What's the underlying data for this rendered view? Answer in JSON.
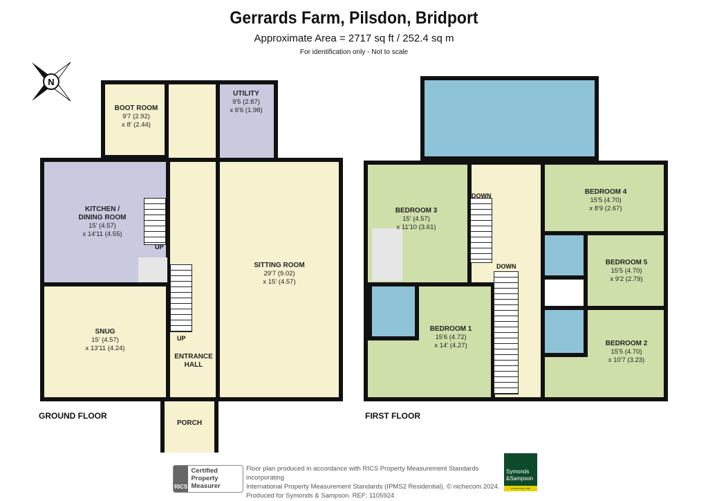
{
  "header": {
    "title": "Gerrards Farm, Pilsdon, Bridport",
    "area": "Approximate Area = 2717 sq ft / 252.4 sq m",
    "note": "For identification only - Not to scale"
  },
  "compass": {
    "label": "N"
  },
  "ground_floor": {
    "label": "GROUND FLOOR",
    "rooms": [
      {
        "name": "BOOT ROOM",
        "dim1": "9'7 (2.92)",
        "dim2": "x 8' (2.44)"
      },
      {
        "name": "UTILITY",
        "dim1": "9'5 (2.87)",
        "dim2": "x 6'6 (1.98)"
      },
      {
        "name": "KITCHEN /\nDINING ROOM",
        "dim1": "15' (4.57)",
        "dim2": "x 14'11 (4.55)"
      },
      {
        "name": "SITTING ROOM",
        "dim1": "29'7 (9.02)",
        "dim2": "x 15' (4.57)"
      },
      {
        "name": "SNUG",
        "dim1": "15' (4.57)",
        "dim2": "x 13'11 (4.24)"
      },
      {
        "name": "ENTRANCE\nHALL"
      },
      {
        "name": "PORCH"
      }
    ],
    "stair_labels": [
      "UP",
      "UP"
    ]
  },
  "first_floor": {
    "label": "FIRST FLOOR",
    "rooms": [
      {
        "name": "BEDROOM 3",
        "dim1": "15' (4.57)",
        "dim2": "x 11'10 (3.61)"
      },
      {
        "name": "BEDROOM 4",
        "dim1": "15'5 (4.70)",
        "dim2": "x 8'9 (2.67)"
      },
      {
        "name": "BEDROOM 5",
        "dim1": "15'5 (4.70)",
        "dim2": "x 9'2 (2.79)"
      },
      {
        "name": "BEDROOM 1",
        "dim1": "15'6 (4.72)",
        "dim2": "x 14' (4.27)"
      },
      {
        "name": "BEDROOM 2",
        "dim1": "15'5 (4.70)",
        "dim2": "x 10'7 (3.23)"
      }
    ],
    "stair_labels": [
      "DOWN",
      "DOWN"
    ]
  },
  "footer": {
    "rics_logo": "RICS",
    "rics_badge": "Certified Property Measurer",
    "text1": "Floor plan produced in accordance with RICS Property Measurement Standards incorporating",
    "text2": "International Property Measurement Standards (IPMS2 Residential).  © nichecom 2024.",
    "text3": "Produced for Symonds & Sampson.   REF: 1105924",
    "brand": "Symonds &Sampson",
    "brand_tag": "ESTABLISHED 1858"
  },
  "colors": {
    "cream": "#f6f1cf",
    "lavender": "#c9c9df",
    "green": "#cfdfaa",
    "blue": "#8fc3d8",
    "wall": "#111111",
    "brand": "#0d4a2b"
  }
}
